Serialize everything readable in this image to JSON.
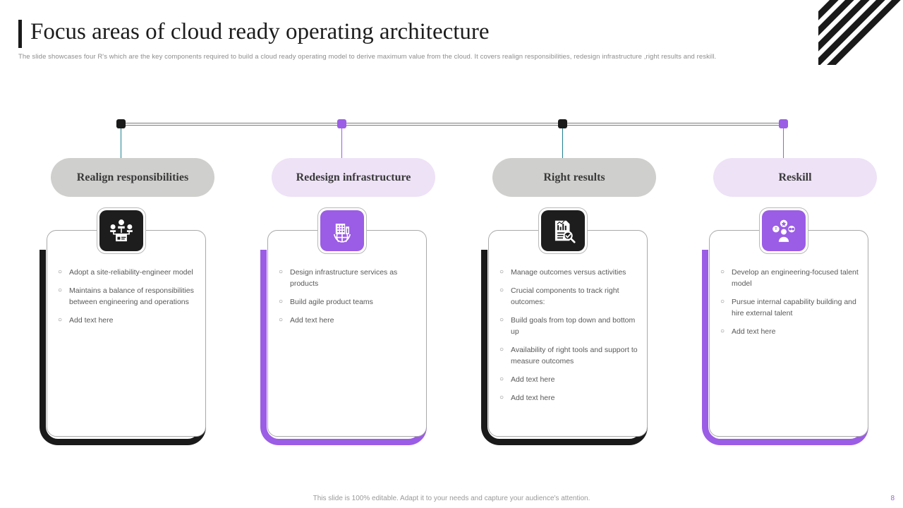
{
  "header": {
    "title": "Focus areas of cloud ready operating architecture",
    "subtitle": "The slide showcases four R's which are the key components required to build a cloud ready operating model to derive maximum value from the cloud. It covers realign responsibilities, redesign infrastructure ,right results and reskill."
  },
  "footer": {
    "note": "This slide is 100% editable. Adapt it to your needs and capture your audience's attention.",
    "page_number": "8"
  },
  "colors": {
    "purple": "#9b5de5",
    "dark": "#1a1a1a",
    "pill_gray": "#cfcfcd",
    "pill_lilac": "#eee2f7",
    "teal_line": "#1f7f92"
  },
  "bullet_marker": "○",
  "columns": [
    {
      "id": "realign-responsibilities",
      "title": "Realign responsibilities",
      "pill_style": "gray",
      "node_style": "dark",
      "drop_style": "teal",
      "icon_style": "dark",
      "icon_name": "team-hierarchy-icon",
      "frame_style": "dark",
      "bullets": [
        "Adopt a site-reliability-engineer model",
        "Maintains a balance of responsibilities between engineering and operations",
        "Add text here"
      ]
    },
    {
      "id": "redesign-infrastructure",
      "title": "Redesign infrastructure",
      "pill_style": "lilac",
      "node_style": "purple",
      "drop_style": "purple",
      "icon_style": "purple",
      "icon_name": "building-globe-icon",
      "frame_style": "purple",
      "bullets": [
        "Design infrastructure services as products",
        "Build agile product teams",
        "Add text here"
      ]
    },
    {
      "id": "right-results",
      "title": "Right results",
      "pill_style": "gray",
      "node_style": "dark",
      "drop_style": "teal",
      "icon_style": "dark",
      "icon_name": "report-analysis-icon",
      "frame_style": "dark",
      "bullets": [
        "Manage outcomes versus activities",
        "Crucial components to track right outcomes:",
        "Build goals from top down and bottom up",
        "Availability of right tools and support to measure outcomes",
        "Add text here",
        "Add text here"
      ]
    },
    {
      "id": "reskill",
      "title": "Reskill",
      "pill_style": "lilac",
      "node_style": "purple",
      "drop_style": "purple",
      "icon_style": "purple",
      "icon_name": "skills-person-icon",
      "frame_style": "purple",
      "bullets": [
        "Develop an engineering-focused talent model",
        "Pursue internal capability building and hire external talent",
        "Add text here"
      ]
    }
  ]
}
